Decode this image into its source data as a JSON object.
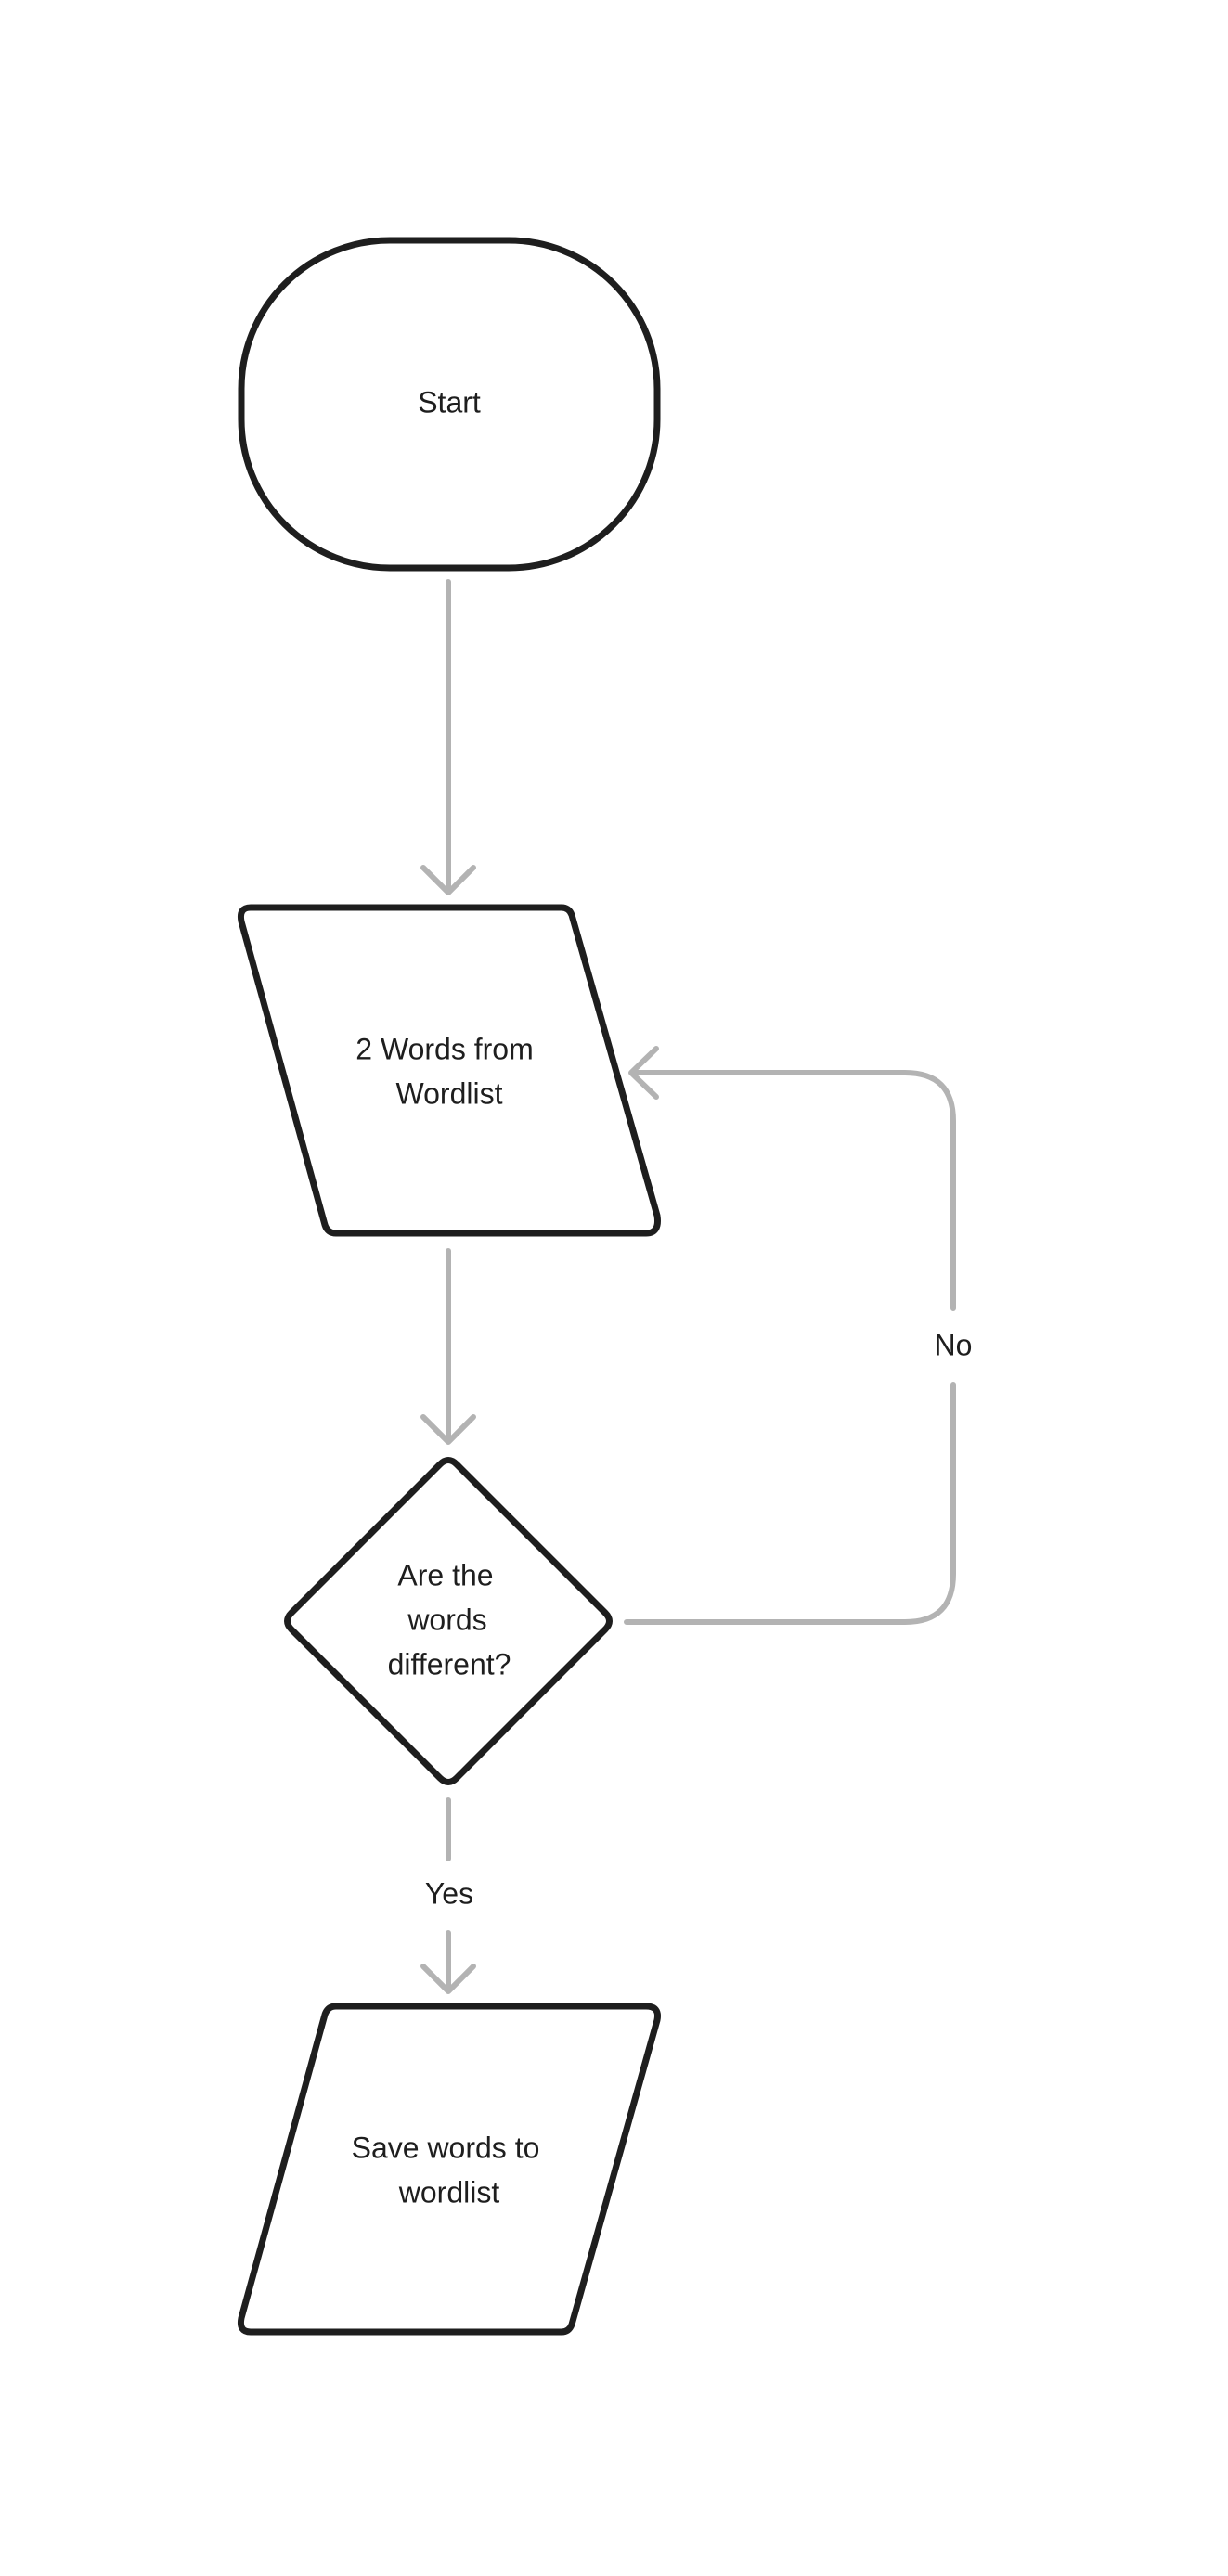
{
  "diagram": {
    "nodes": {
      "start": {
        "label": "Start"
      },
      "input_words": {
        "lines": [
          "2 Words from",
          "Wordlist"
        ]
      },
      "decision": {
        "lines": [
          "Are the",
          "words",
          "different?"
        ]
      },
      "save_words": {
        "lines": [
          "Save words to",
          "wordlist"
        ]
      }
    },
    "edges": {
      "no": {
        "label": "No"
      },
      "yes": {
        "label": "Yes"
      }
    },
    "colors": {
      "node_stroke": "#1e1e1e",
      "edge_stroke": "#b3b3b3",
      "text": "#1e1e1e",
      "background": "#ffffff"
    }
  }
}
